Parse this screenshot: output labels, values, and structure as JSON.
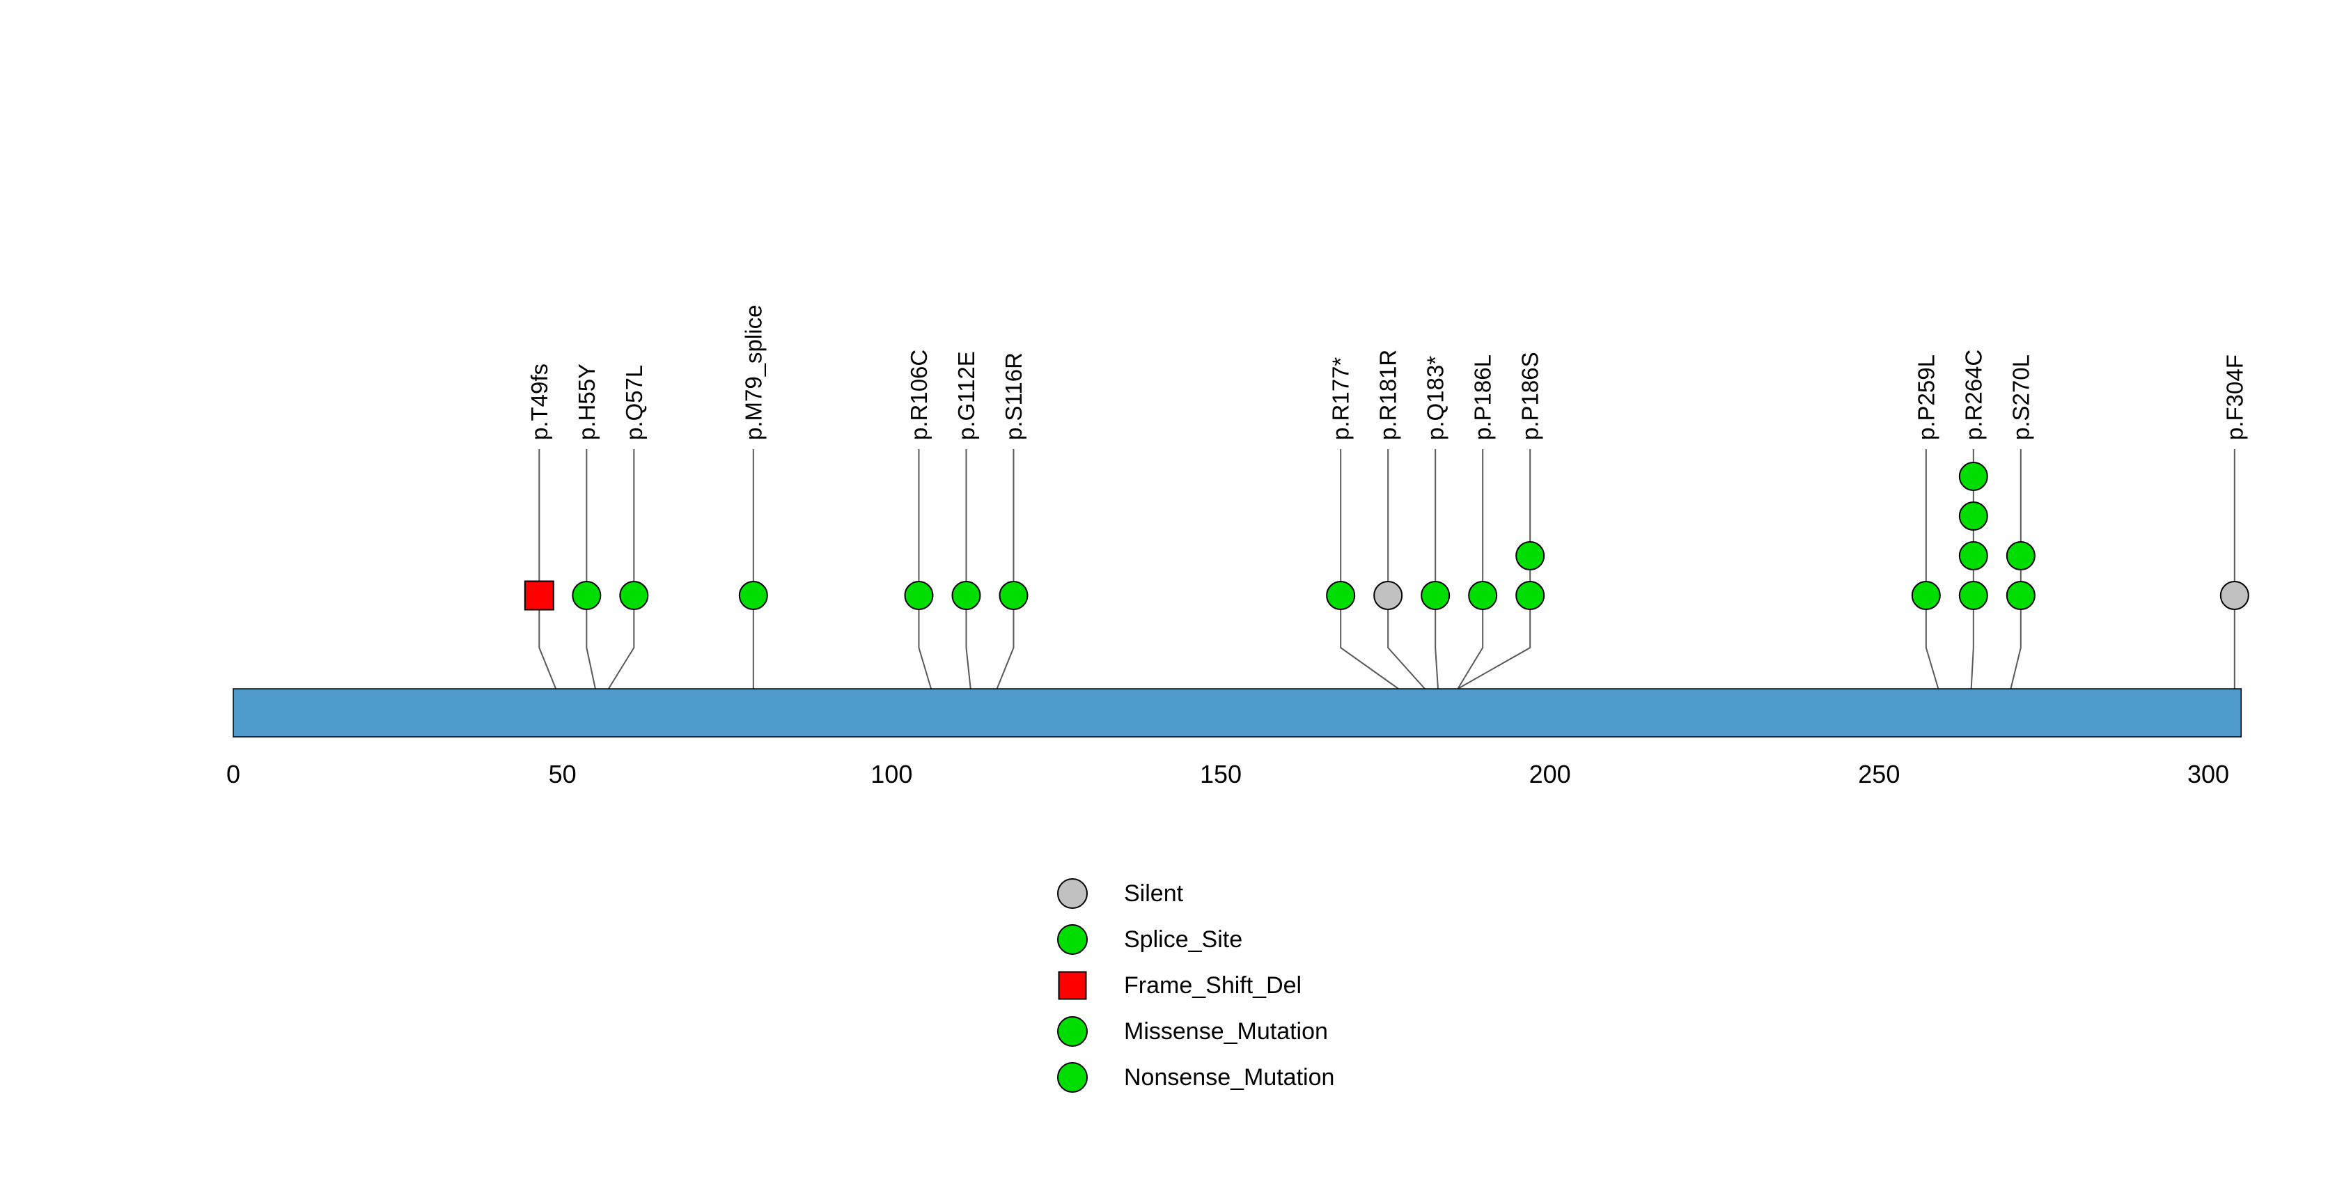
{
  "chart_data": {
    "type": "scatter",
    "subtype": "lollipop-mutation-plot",
    "title": "",
    "xlabel": "",
    "ylabel": "",
    "xlim": [
      0,
      305
    ],
    "grid": false,
    "axis_ticks": [
      0,
      50,
      100,
      150,
      200,
      250,
      300
    ],
    "protein_bar_color": "#4E9ACB",
    "protein_bar_border": "#000000",
    "stem_color": "#595959",
    "marker_border": "#000000",
    "mutation_types": {
      "Silent": {
        "color": "#C1C1C1",
        "shape": "circle"
      },
      "Splice_Site": {
        "color": "#00DD00",
        "shape": "circle"
      },
      "Frame_Shift_Del": {
        "color": "#FF0000",
        "shape": "square"
      },
      "Missense_Mutation": {
        "color": "#00DD00",
        "shape": "circle"
      },
      "Nonsense_Mutation": {
        "color": "#00DD00",
        "shape": "circle"
      }
    },
    "legend": {
      "position": "bottom-center",
      "items": [
        "Silent",
        "Splice_Site",
        "Frame_Shift_Del",
        "Missense_Mutation",
        "Nonsense_Mutation"
      ]
    },
    "mutations": [
      {
        "label": "p.T49fs",
        "pos": 49,
        "count": 1,
        "type": "Frame_Shift_Del"
      },
      {
        "label": "p.H55Y",
        "pos": 55,
        "count": 1,
        "type": "Missense_Mutation"
      },
      {
        "label": "p.Q57L",
        "pos": 57,
        "count": 1,
        "type": "Missense_Mutation"
      },
      {
        "label": "p.M79_splice",
        "pos": 79,
        "count": 1,
        "type": "Splice_Site"
      },
      {
        "label": "p.R106C",
        "pos": 106,
        "count": 1,
        "type": "Missense_Mutation"
      },
      {
        "label": "p.G112E",
        "pos": 112,
        "count": 1,
        "type": "Missense_Mutation"
      },
      {
        "label": "p.S116R",
        "pos": 116,
        "count": 1,
        "type": "Missense_Mutation"
      },
      {
        "label": "p.R177*",
        "pos": 177,
        "count": 1,
        "type": "Nonsense_Mutation"
      },
      {
        "label": "p.R181R",
        "pos": 181,
        "count": 1,
        "type": "Silent"
      },
      {
        "label": "p.Q183*",
        "pos": 183,
        "count": 1,
        "type": "Nonsense_Mutation"
      },
      {
        "label": "p.P186L",
        "pos": 186,
        "count": 1,
        "type": "Missense_Mutation"
      },
      {
        "label": "p.P186S",
        "pos": 186,
        "count": 2,
        "type": "Missense_Mutation"
      },
      {
        "label": "p.P259L",
        "pos": 259,
        "count": 1,
        "type": "Missense_Mutation"
      },
      {
        "label": "p.R264C",
        "pos": 264,
        "count": 4,
        "type": "Missense_Mutation"
      },
      {
        "label": "p.S270L",
        "pos": 270,
        "count": 2,
        "type": "Missense_Mutation"
      },
      {
        "label": "p.F304F",
        "pos": 304,
        "count": 1,
        "type": "Silent"
      }
    ]
  }
}
